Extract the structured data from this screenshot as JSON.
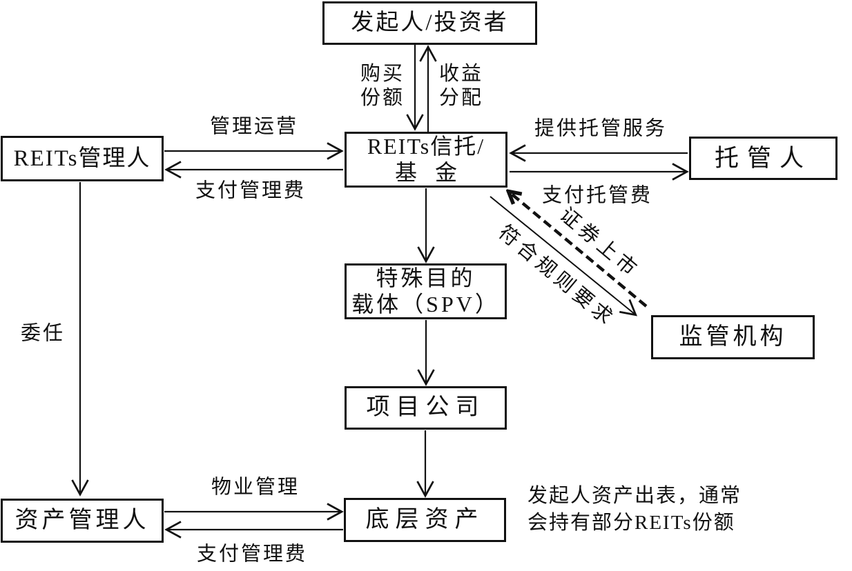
{
  "diagram": {
    "title_hint": "REITs structure diagram",
    "boxes": {
      "sponsor": {
        "label": "发起人/投资者"
      },
      "reits_trust": {
        "line1": "REITs信托/",
        "line2": "基金"
      },
      "reits_manager": {
        "label": "REITs管理人"
      },
      "custodian": {
        "label": "托管人"
      },
      "spv": {
        "line1": "特殊目的",
        "line2": "载体（SPV）"
      },
      "project_company": {
        "label": "项目公司"
      },
      "underlying_asset": {
        "label": "底层资产"
      },
      "asset_manager": {
        "label": "资产管理人"
      },
      "regulator": {
        "label": "监管机构"
      }
    },
    "edge_labels": {
      "purchase_shares": {
        "line1": "购买",
        "line2": "份额"
      },
      "income_distribution": {
        "line1": "收益",
        "line2": "分配"
      },
      "management_operation": "管理运营",
      "pay_management_fee": "支付管理费",
      "provide_custody_service": "提供托管服务",
      "pay_custody_fee": "支付托管费",
      "securities_listing": "证券上市",
      "comply_with_rules": "符合规则要求",
      "appointment": "委任",
      "property_management": "物业管理",
      "pay_management_fee_bottom": "支付管理费"
    },
    "note": {
      "line1": "发起人资产出表，通常",
      "line2": "会持有部分REITs份额"
    },
    "colors": {
      "line": "#111111",
      "background": "#ffffff",
      "border": "#111111",
      "text": "#111111"
    }
  }
}
